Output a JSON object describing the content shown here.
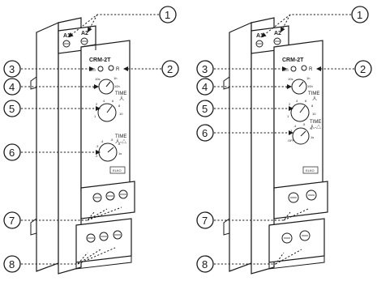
{
  "callouts": [
    "1",
    "2",
    "3",
    "4",
    "5",
    "6",
    "7",
    "8"
  ],
  "devices": [
    {
      "model": "CRM-2T",
      "terminals_top": [
        "A1",
        "A2"
      ],
      "indicator_left": "Un",
      "indicator_right": "R",
      "knob_time_label": "TIME",
      "knob_time_sub": "人",
      "knob_tri_label": "TIME",
      "knob_tri_sub": "人-△",
      "brand": "ELKO"
    },
    {
      "model": "CRM-2T",
      "terminals_top": [
        "A1",
        "A2"
      ],
      "indicator_left": "Un",
      "indicator_right": "R",
      "knob_time_label": "TIME",
      "knob_time_sub": "人",
      "knob_tri_label": "TIME",
      "knob_tri_sub": "人-△",
      "brand": "ELKO"
    }
  ],
  "colors": {
    "ink": "#1a1a1a",
    "paper": "#ffffff"
  }
}
